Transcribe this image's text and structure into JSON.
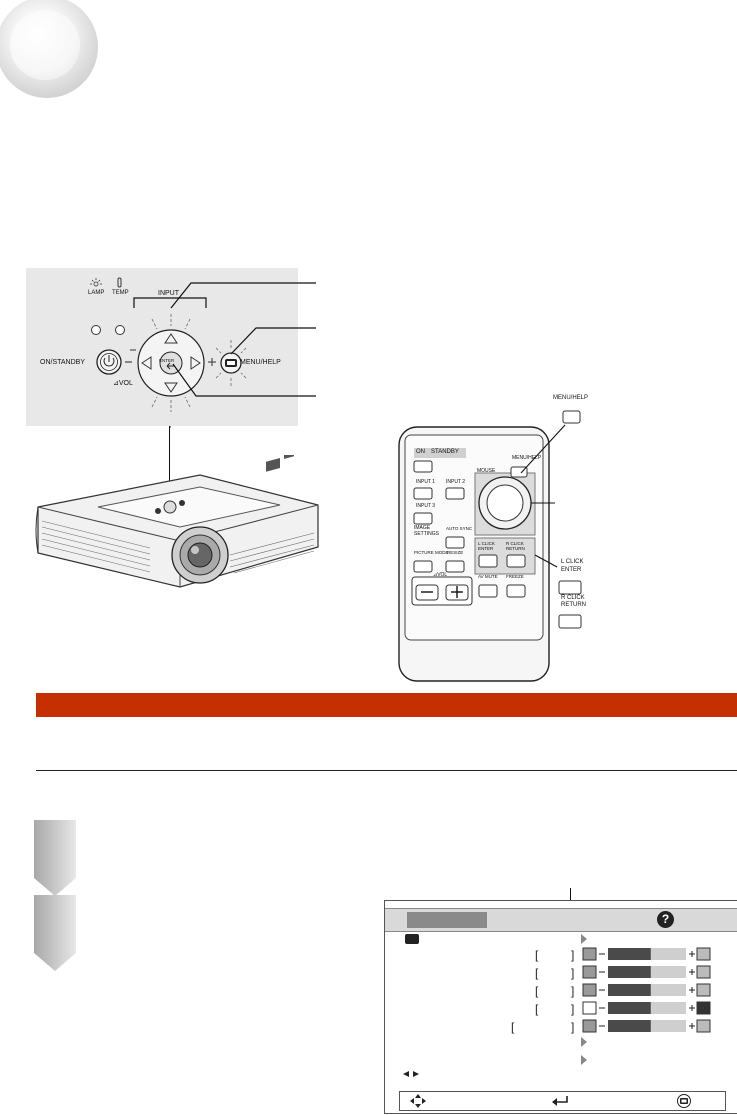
{
  "panel_labels": {
    "lamp": "LAMP",
    "temp": "TEMP",
    "input": "INPUT",
    "on_standby": "ON/STANDBY",
    "vol": "⊿VOL",
    "enter": "ENTER",
    "menu_help": "MENU/HELP"
  },
  "remote_labels": {
    "menu_help_top": "MENU/HELP",
    "on": "ON",
    "standby": "STANDBY",
    "menu_help_small": "MENU/HELP",
    "mouse": "MOUSE",
    "input1": "INPUT 1",
    "input2": "INPUT 2",
    "input3": "INPUT 3",
    "image_settings": "IMAGE SETTINGS",
    "auto_sync": "AUTO SYNC",
    "picture_mode": "PICTURE MODE",
    "resize": "RESIZE",
    "l_click_enter_small": "L CLICK ENTER",
    "r_click_return_small": "R CLICK RETURN",
    "vol": "⊿VOL",
    "av_mute": "AV MUTE",
    "freeze": "FREEZE",
    "l_click_enter": "L CLICK ENTER",
    "r_click_return": "R CLICK RETURN"
  },
  "menu": {
    "slider_fill_fraction": 0.55,
    "rows": 5
  },
  "colors": {
    "accent_bar": "#c43000",
    "panel_bg": "#e8e8e8"
  }
}
